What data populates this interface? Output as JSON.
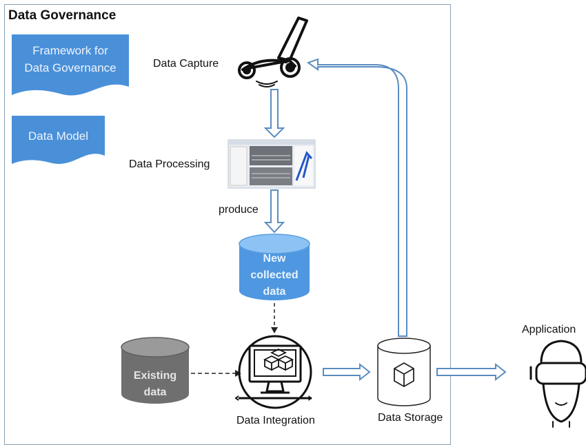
{
  "frame": {
    "title": "Data Governance"
  },
  "docs": {
    "framework_line1": "Framework for",
    "framework_line2": "Data Governance",
    "data_model": "Data Model"
  },
  "nodes": {
    "capture": "Data Capture",
    "processing": "Data Processing",
    "produce": "produce",
    "new_line1": "New",
    "new_line2": "collected",
    "new_line3": "data",
    "existing_line1": "Existing",
    "existing_line2": "data",
    "integration": "Data Integration",
    "storage": "Data Storage",
    "application": "Application"
  },
  "colors": {
    "doc_fill": "#4a90d9",
    "arrow_stroke": "#5a8cc0",
    "cylinder_blue": "#4f97e0",
    "cylinder_gray": "#6f6f6f",
    "frame": "#8aa0b4"
  }
}
